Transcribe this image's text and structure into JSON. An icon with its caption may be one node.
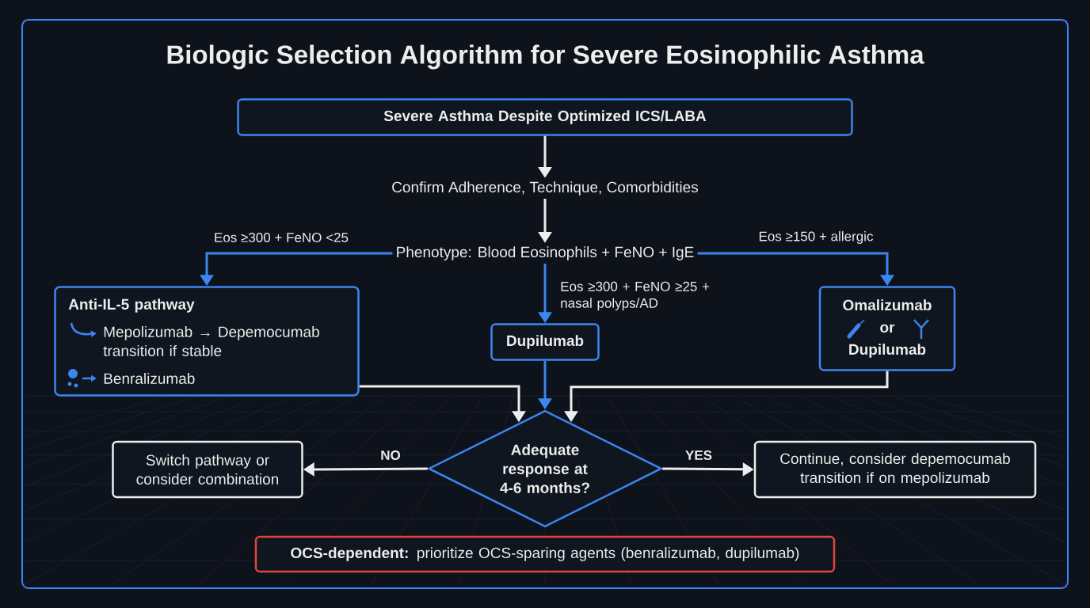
{
  "diagram": {
    "title": "Biologic Selection Algorithm for Severe Eosinophilic Asthma",
    "nodes": [
      {
        "text": [
          "Severe Asthma Despite Optimized ICS/LABA"
        ]
      },
      {
        "text": [
          "Confirm Adherence, Technique, Comorbidities"
        ]
      },
      {
        "text": [
          "Phenotype: Blood Eosinophils + FeNO + IgE"
        ]
      },
      {
        "text": [
          "Anti-IL-5 pathway",
          "Mepolizumab → Depemocumab transition if stable",
          "Benralizumab"
        ]
      },
      {
        "text": [
          "Dupilumab"
        ]
      },
      {
        "text": [
          "Omalizumab",
          "or",
          "Dupilumab"
        ]
      },
      {
        "text": [
          "Adequate response at 4-6 months?"
        ]
      },
      {
        "text": [
          "Switch pathway or consider combination"
        ]
      },
      {
        "text": [
          "Continue, consider depemocumab transition if on mepolizumab"
        ]
      },
      {
        "text": [
          "**OCS-dependent:** prioritize OCS-sparing agents (benralizumab, dupilumab)"
        ]
      }
    ],
    "edges": [
      {
        "from": 0,
        "to": 1,
        "arrow": "to"
      },
      {
        "from": 1,
        "to": 2,
        "arrow": "to"
      },
      {
        "from": 2,
        "to": 3,
        "arrow": "to",
        "label": "Eos ≥300 + FeNO <25",
        "color": "#3b86f0"
      },
      {
        "from": 2,
        "to": 4,
        "arrow": "to",
        "label": "Eos ≥300 + FeNO ≥25 + nasal polyps/AD",
        "color": "#3b86f0"
      },
      {
        "from": 2,
        "to": 5,
        "arrow": "to",
        "label": "Eos ≥150 + allergic",
        "color": "#3b86f0"
      },
      {
        "from": 3,
        "to": 6,
        "arrow": "to"
      },
      {
        "from": 4,
        "to": 6,
        "arrow": "to",
        "color": "#3b86f0"
      },
      {
        "from": 5,
        "to": 6,
        "arrow": "to"
      },
      {
        "from": 6,
        "to": 7,
        "arrow": "to",
        "label": "NO"
      },
      {
        "from": 6,
        "to": 8,
        "arrow": "to",
        "label": "YES"
      }
    ]
  }
}
